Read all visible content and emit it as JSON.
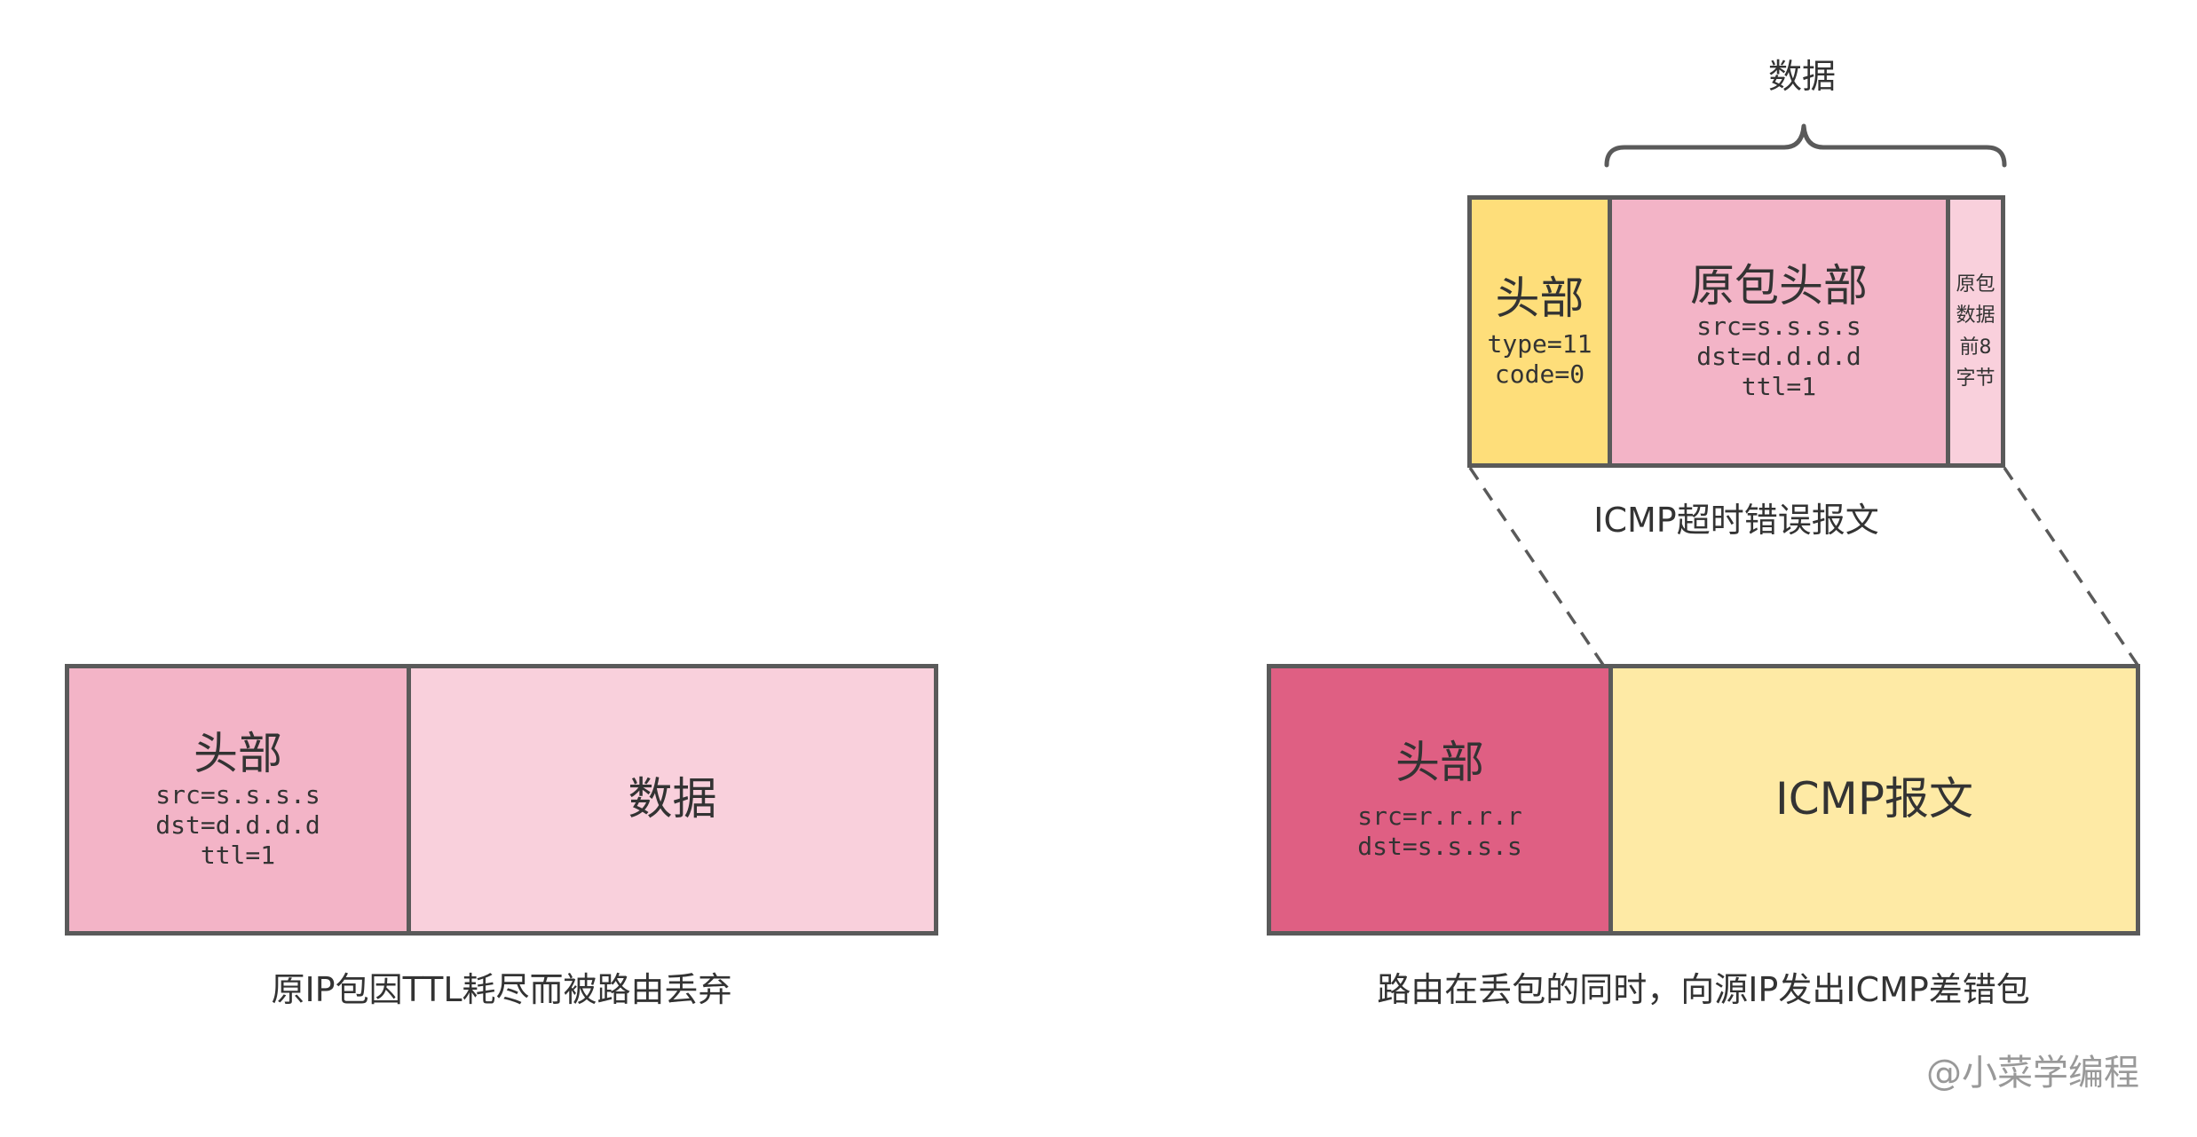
{
  "colors": {
    "border": "#5a5a5a",
    "orig_header": "#f3b4c7",
    "orig_data": "#f9d0dc",
    "new_header": "#df5f83",
    "icmp_body": "#feeaa5",
    "icmp_header": "#fede7a",
    "icmp_orig_header": "#f3b4c7",
    "icmp_orig_data": "#f9d0dc",
    "watermark": "#999999"
  },
  "left_packet": {
    "header_title": "头部",
    "header_lines": [
      "src=s.s.s.s",
      "dst=d.d.d.d",
      "ttl=1"
    ],
    "data_title": "数据",
    "caption": "原IP包因TTL耗尽而被路由丢弃"
  },
  "right_packet": {
    "header_title": "头部",
    "header_lines": [
      "src=r.r.r.r",
      "dst=s.s.s.s"
    ],
    "body_title": "ICMP报文",
    "caption": "路由在丢包的同时，向源IP发出ICMP差错包"
  },
  "icmp_message": {
    "brace_label": "数据",
    "header_title": "头部",
    "header_lines": [
      "type=11",
      "code=0"
    ],
    "orig_header_title": "原包头部",
    "orig_header_lines": [
      "src=s.s.s.s",
      "dst=d.d.d.d",
      "ttl=1"
    ],
    "orig_data_lines": [
      "原包",
      "数据",
      "前8",
      "字节"
    ],
    "caption": "ICMP超时错误报文"
  },
  "watermark": "@小菜学编程"
}
